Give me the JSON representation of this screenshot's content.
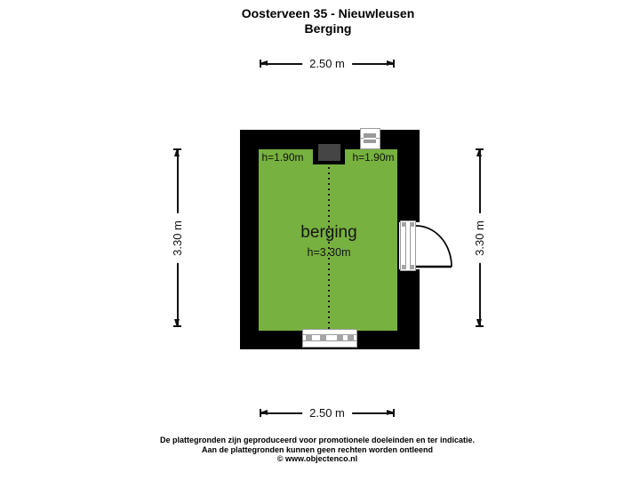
{
  "title": {
    "line1": "Oosterveen 35 - Nieuwleusen",
    "line2": "Berging"
  },
  "dimensions": {
    "top": "2.50 m",
    "bottom": "2.50 m",
    "left": "3.30 m",
    "right": "3.30 m"
  },
  "room": {
    "label": "berging",
    "ceiling_height": "h=3.30m",
    "height_left": "h=1.90m",
    "height_right": "h=1.90m"
  },
  "footer": {
    "line1": "De plattegronden zijn geproduceerd voor promotionele doeleinden en ter indicatie.",
    "line2": "Aan de plattegronden kunnen geen rechten worden ontleend",
    "line3": "© www.objectenco.nl"
  },
  "colors": {
    "floor_green": "#77b13f",
    "wall_black": "#000000",
    "chimney_inner_gray": "#454545",
    "fixture_gray": "#9a9a9a",
    "background": "#ffffff"
  }
}
